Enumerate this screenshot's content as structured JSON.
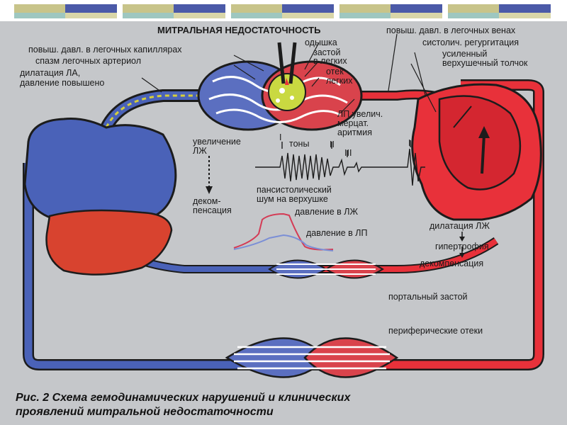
{
  "title": "МИТРАЛЬНАЯ НЕДОСТАТОЧНОСТЬ",
  "labels": {
    "pulm_cap": "повыш. давл. в легочных капиллярах",
    "spasm": "спазм легочных артериол",
    "dilat_la_1": "дилатация ЛА,",
    "dilat_la_2": "давление повышено",
    "dyspnea": "одышка",
    "congestion_1": "застой",
    "congestion_2": "в легких",
    "edema_1": "отек",
    "edema_2": "легких",
    "pulm_veins": "повыш. давл. в легочных венах",
    "regurg": "систолич. регургитация",
    "apex_1": "усиленный",
    "apex_2": "верхушечный толчок",
    "la_1": "ЛП увелич.",
    "la_2": "мерцат.",
    "la_3": "аритмия",
    "lv_inc_1": "увеличение",
    "lv_inc_2": "ЛЖ",
    "tones": "тоны",
    "tone_1": "I",
    "tone_2": "II",
    "tone_3": "III",
    "tone_4": "I",
    "murmur_1": "пансистолический",
    "murmur_2": "шум на верхушке",
    "decomp_left_1": "деком-",
    "decomp_left_2": "пенсация",
    "p_lv": "давление в ЛЖ",
    "p_la": "давление в ЛП",
    "dilat_lv": "дилатация ЛЖ",
    "hypertrophy": "гипертрофия",
    "decomp": "декомпенсация",
    "portal": "портальный застой",
    "peripheral": "периферические отеки"
  },
  "caption": {
    "line1": "Рис. 2 Схема гемодинамических нарушений и клинических",
    "line2": "проявлений митральной недостаточности"
  },
  "colors": {
    "blue": "#4a62b8",
    "red": "#e8313a",
    "outline": "#1c1c1c",
    "liver": "#d8432f",
    "background": "#c5c7ca"
  }
}
